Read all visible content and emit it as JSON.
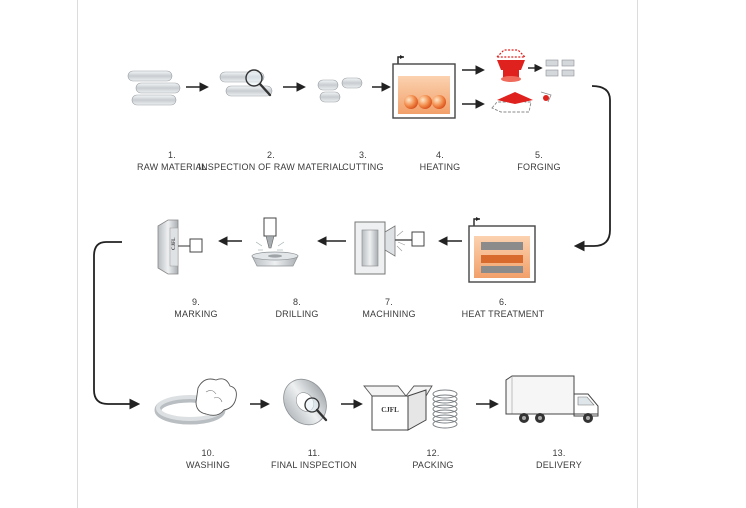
{
  "steps": [
    {
      "num": "1.",
      "label": "RAW MATERIAL"
    },
    {
      "num": "2.",
      "label": "INSPECTION OF RAW MATERIAL"
    },
    {
      "num": "3.",
      "label": "CUTTING"
    },
    {
      "num": "4.",
      "label": "HEATING"
    },
    {
      "num": "5.",
      "label": "FORGING"
    },
    {
      "num": "6.",
      "label": "HEAT TREATMENT"
    },
    {
      "num": "7.",
      "label": "MACHINING"
    },
    {
      "num": "8.",
      "label": "DRILLING"
    },
    {
      "num": "9.",
      "label": "MARKING"
    },
    {
      "num": "10.",
      "label": "WASHING"
    },
    {
      "num": "11.",
      "label": "FINAL INSPECTION"
    },
    {
      "num": "12.",
      "label": "PACKING"
    },
    {
      "num": "13.",
      "label": "DELIVERY"
    }
  ],
  "stamps": {
    "marking": "CJFL",
    "box": "CJFL"
  },
  "colors": {
    "hot": "#e85a1e",
    "hot_light": "#f7c08a",
    "red": "#e0221f",
    "steel": "#c9ced2",
    "line": "#222222"
  }
}
